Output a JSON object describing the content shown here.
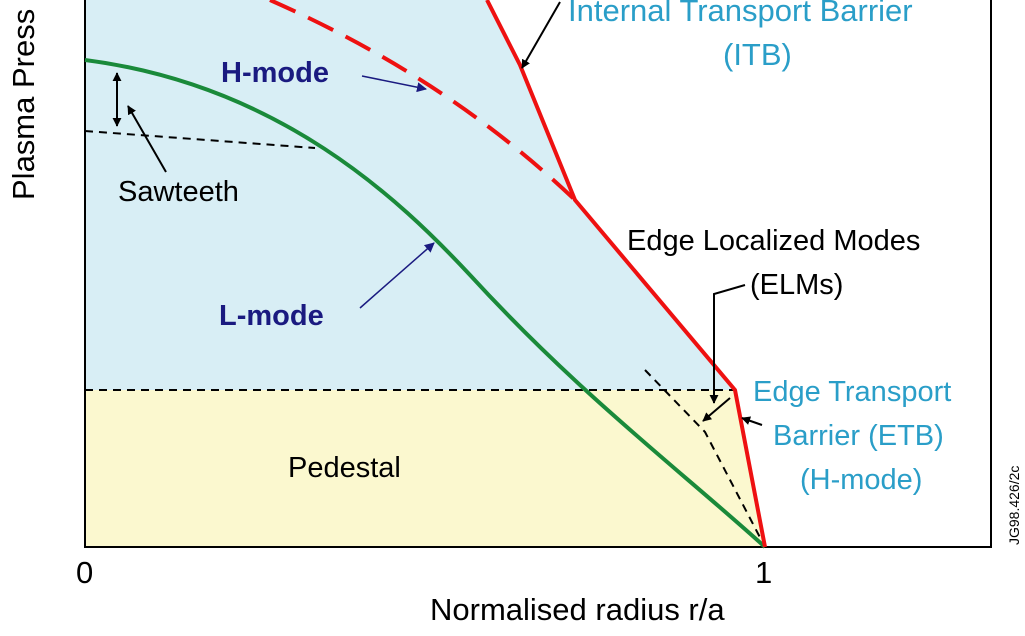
{
  "axes": {
    "ylabel": "Plasma Press",
    "xlabel": "Normalised radius r/a",
    "tick_0": "0",
    "tick_1": "1"
  },
  "labels": {
    "itb_line1": "Internal Transport Barrier",
    "itb_line2": "(ITB)",
    "h_mode": "H-mode",
    "l_mode": "L-mode",
    "sawteeth": "Sawteeth",
    "elms_line1": "Edge Localized Modes",
    "elms_line2": "(ELMs)",
    "etb_line1": "Edge Transport",
    "etb_line2": "Barrier (ETB)",
    "etb_line3": "(H-mode)",
    "pedestal": "Pedestal",
    "figure_id": "JG98.426/2c"
  },
  "colors": {
    "itb_curve": "#ee1111",
    "h_mode_curve": "#ee1111",
    "l_mode_curve": "#1a8a3a",
    "region_fill": "#d8eef5",
    "pedestal_fill": "#fbf8cf",
    "navy_text": "#1a1a80",
    "cyan_text": "#2a9ec8"
  }
}
